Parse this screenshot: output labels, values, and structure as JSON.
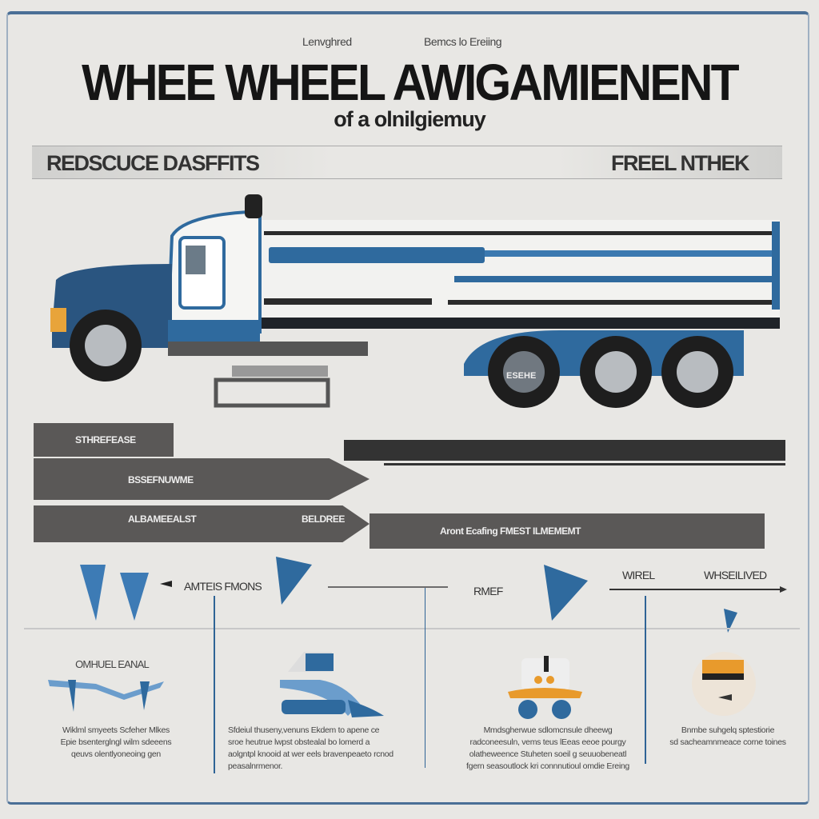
{
  "header": {
    "tag_left": "Lenvghred",
    "tag_right": "Bemcs lo Ereiing",
    "title": "WHEE WHEEL AWIGAMIENENT",
    "subtitle": "of a olnilgiemuy"
  },
  "band": {
    "left": "REDSCUCE DASFFITS",
    "right": "FREEL NTHEK"
  },
  "truck": {
    "wheel_label": "ESEHE"
  },
  "banners": {
    "bar1": "STHREFEASE",
    "bar2": "BSSEFNUWME",
    "bar3": "ALBAMEEALST",
    "bar3b": "BELDREE",
    "bar4": "Aront Ecafing FMEST ILMEMEMT"
  },
  "labels": {
    "a": "AMTEIS FMONS",
    "b": "RMEF",
    "c": "WIREL",
    "d": "WHSEILIVED"
  },
  "columns": [
    {
      "heading": "OMHUEL EANAL",
      "text": [
        "Wiklml smyeets Scfeher Mlkes",
        "Epie bsenterglngl wilm sdeeens",
        "qeuvs olentlyoneoing gen"
      ]
    },
    {
      "heading": "",
      "text": [
        "Sfdeiul thuseny,venuns Ekdem to apene ce",
        "sroe heutrue lwpst obstealal bo lomerd a",
        "aolgntpl knooid at wer eels bravenpeaeto rcnod",
        "peasalnrmenor."
      ]
    },
    {
      "heading": "",
      "text": [
        "Mmdsgherwue sdlomcnsule dheewg",
        "radconeesuln, vems teus lEeas eeoe pourgy",
        "olatheweence Stuheten soeil g seuuobeneatl",
        "fgern seasoutlock kri connnutioul omdie Ereing"
      ]
    },
    {
      "heading": "",
      "text": [
        "Bnmbe suhgelq sptestiorie",
        "sd sacheamnmeace corne toines"
      ]
    }
  ],
  "colors": {
    "accent": "#2f6a9e",
    "bar": "#5a5857",
    "orange": "#e89a2c"
  }
}
